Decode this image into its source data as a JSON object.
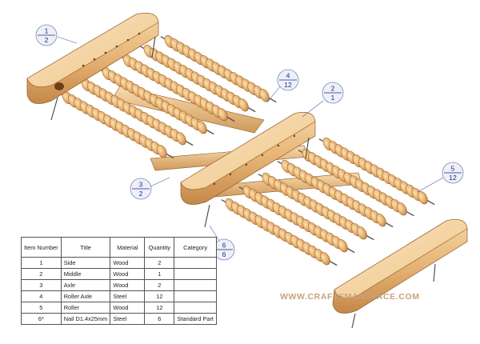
{
  "bom": {
    "headers": {
      "item": "Item Number",
      "title": "Title",
      "material": "Material",
      "quantity": "Quantity",
      "category": "Category"
    },
    "rows": [
      {
        "item": "1",
        "title": "Side",
        "material": "Wood",
        "quantity": "2",
        "category": ""
      },
      {
        "item": "2",
        "title": "Middle",
        "material": "Wood",
        "quantity": "1",
        "category": ""
      },
      {
        "item": "3",
        "title": "Axle",
        "material": "Wood",
        "quantity": "2",
        "category": ""
      },
      {
        "item": "4",
        "title": "Roller Axle",
        "material": "Steel",
        "quantity": "12",
        "category": ""
      },
      {
        "item": "5",
        "title": "Roller",
        "material": "Wood",
        "quantity": "12",
        "category": ""
      },
      {
        "item": "6*",
        "title": "Nail  D1.4x25mm",
        "material": "Steel",
        "quantity": "6",
        "category": "Standard Part"
      }
    ]
  },
  "balloons": [
    {
      "item": "1",
      "qty": "2"
    },
    {
      "item": "4",
      "qty": "12"
    },
    {
      "item": "2",
      "qty": "1"
    },
    {
      "item": "5",
      "qty": "12"
    },
    {
      "item": "3",
      "qty": "2"
    },
    {
      "item": "6",
      "qty": "6"
    }
  ],
  "watermark": "WWW.CRAFTSMANSPACE.COM",
  "colors": {
    "wood_light": "#f2c98e",
    "wood": "#e2ac6a",
    "wood_dark": "#b97c3c",
    "balloon_ink": "#1b2a8a"
  }
}
